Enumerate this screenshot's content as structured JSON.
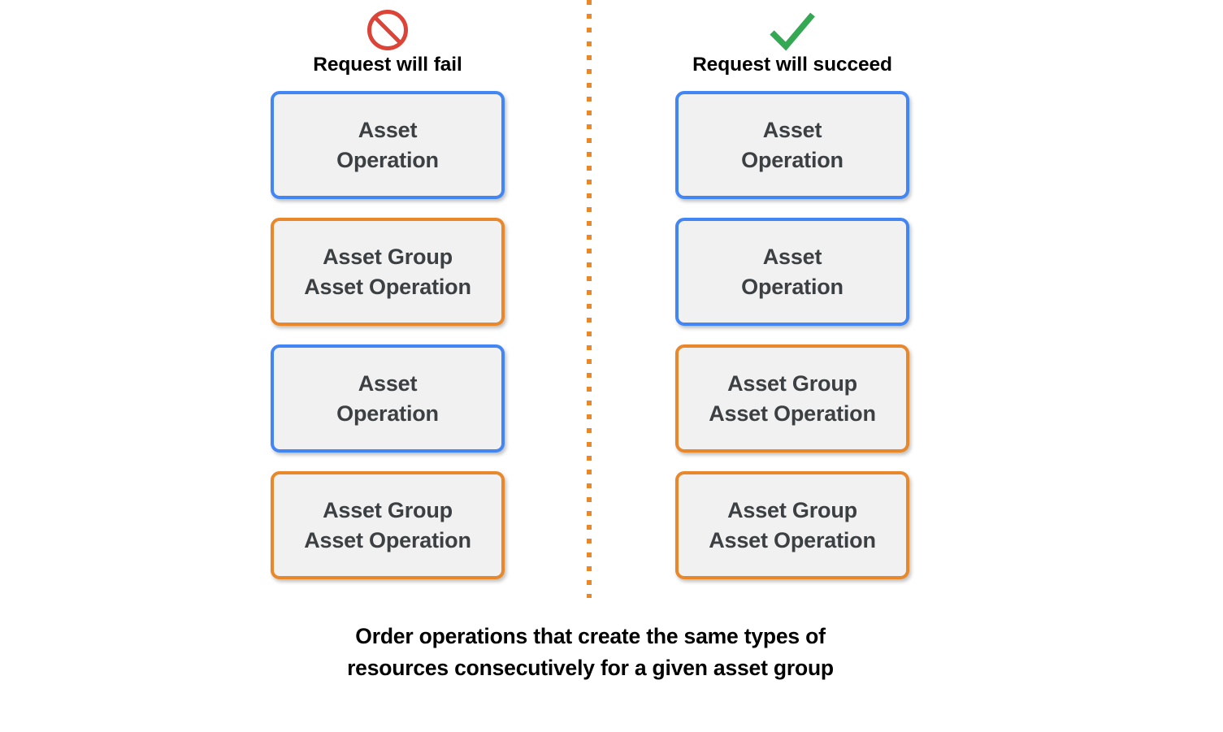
{
  "colors": {
    "asset_border": "#4285F4",
    "asset_group_border": "#E8882A",
    "box_fill": "#F1F1F1",
    "box_text": "#3C4043",
    "fail_icon": "#DB4437",
    "succeed_icon": "#34A853",
    "divider": "#E8882A",
    "caption_text": "#000000",
    "background": "#FFFFFF"
  },
  "columns": [
    {
      "id": "fail",
      "icon": "no-entry-icon",
      "heading": "Request will fail",
      "boxes": [
        {
          "kind": "asset",
          "label": "Asset\nOperation"
        },
        {
          "kind": "asset_group",
          "label": "Asset Group\nAsset Operation"
        },
        {
          "kind": "asset",
          "label": "Asset\nOperation"
        },
        {
          "kind": "asset_group",
          "label": "Asset Group\nAsset Operation"
        }
      ]
    },
    {
      "id": "succeed",
      "icon": "check-mark-icon",
      "heading": "Request will succeed",
      "boxes": [
        {
          "kind": "asset",
          "label": "Asset\nOperation"
        },
        {
          "kind": "asset",
          "label": "Asset\nOperation"
        },
        {
          "kind": "asset_group",
          "label": "Asset Group\nAsset Operation"
        },
        {
          "kind": "asset_group",
          "label": "Asset Group\nAsset Operation"
        }
      ]
    }
  ],
  "caption": "Order operations that create the same types of\nresources consecutively for a given asset group"
}
